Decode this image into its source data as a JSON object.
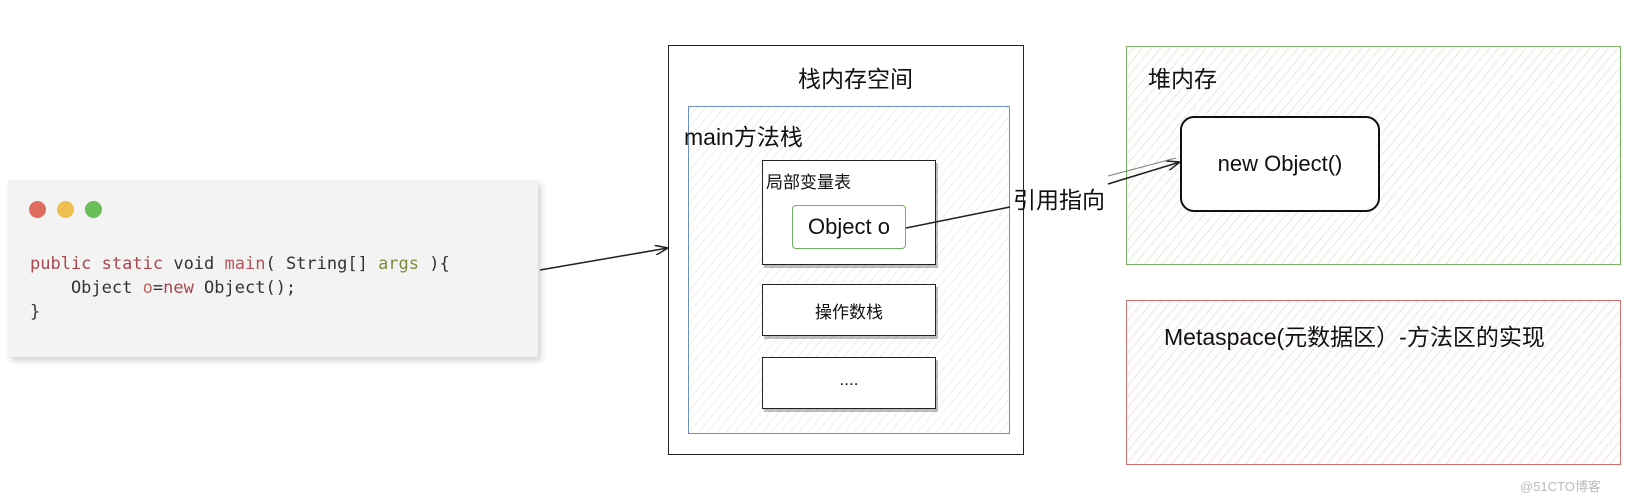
{
  "code_window": {
    "lines": [
      [
        {
          "text": "public",
          "kind": "kw"
        },
        {
          "text": " ",
          "kind": "plain"
        },
        {
          "text": "static",
          "kind": "kw"
        },
        {
          "text": " void ",
          "kind": "plain"
        },
        {
          "text": "main",
          "kind": "fn"
        },
        {
          "text": "( String[] ",
          "kind": "plain"
        },
        {
          "text": "args",
          "kind": "arg"
        },
        {
          "text": " ){",
          "kind": "plain"
        }
      ],
      [
        {
          "text": "    Object ",
          "kind": "plain"
        },
        {
          "text": "o",
          "kind": "var"
        },
        {
          "text": "=",
          "kind": "plain"
        },
        {
          "text": "new",
          "kind": "kw"
        },
        {
          "text": " Object();",
          "kind": "plain"
        }
      ],
      [
        {
          "text": "}",
          "kind": "plain"
        }
      ]
    ]
  },
  "stack_memory": {
    "title": "栈内存空间",
    "main_frame": {
      "title": "main方法栈",
      "local_var_table": {
        "title": "局部变量表",
        "object_ref": "Object o"
      },
      "operand_stack": "操作数栈",
      "more": "...."
    }
  },
  "heap": {
    "title": "堆内存",
    "object": "new Object()"
  },
  "metaspace": {
    "title": "Metaspace(元数据区）-方法区的实现"
  },
  "reference_label": "引用指向",
  "watermark": "@51CTO博客"
}
